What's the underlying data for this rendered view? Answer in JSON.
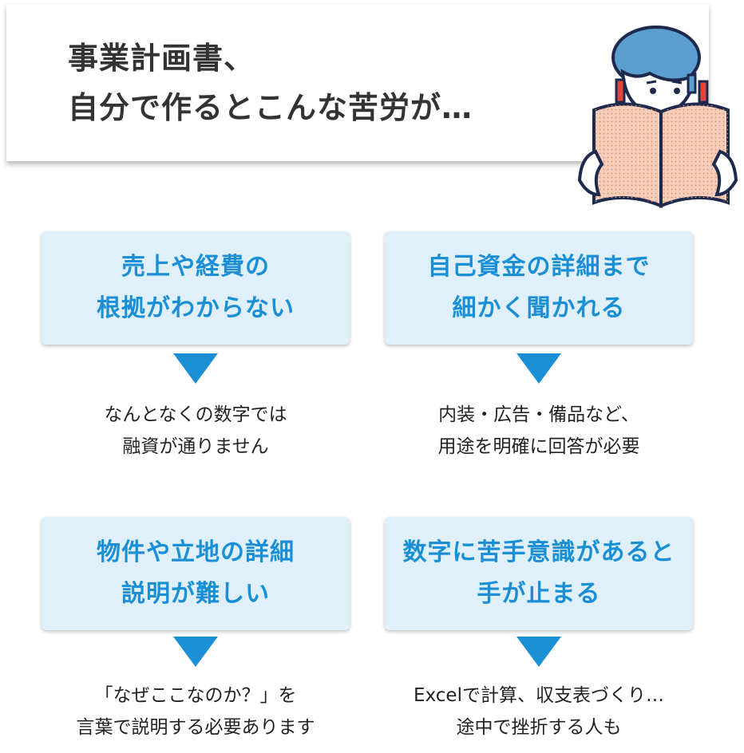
{
  "header": {
    "title_line1": "事業計画書、",
    "title_line2": "自分で作るとこんな苦労が…"
  },
  "illustration": {
    "icon": "person-reading-book-illustration"
  },
  "cards": [
    {
      "line1": "売上や経費の",
      "line2": "根拠がわからない",
      "note1": "なんとなくの数字では",
      "note2": "融資が通りません"
    },
    {
      "line1": "自己資金の詳細まで",
      "line2": "細かく聞かれる",
      "note1": "内装・広告・備品など、",
      "note2": "用途を明確に回答が必要"
    },
    {
      "line1": "物件や立地の詳細",
      "line2": "説明が難しい",
      "note1": "「なぜここなのか？」を",
      "note2": "言葉で説明する必要あります"
    },
    {
      "line1": "数字に苦手意識があると",
      "line2": "手が止まる",
      "note1": "Excelで計算、収支表づくり…",
      "note2": "途中で挫折する人も"
    }
  ],
  "colors": {
    "accent": "#1a8fd6",
    "card_bg": "#e0f0fb",
    "text": "#333333",
    "illustration_navy": "#1d2a4d",
    "illustration_blue": "#5b9ed0",
    "illustration_peach": "#f5cdb8",
    "illustration_red": "#e0463b"
  }
}
